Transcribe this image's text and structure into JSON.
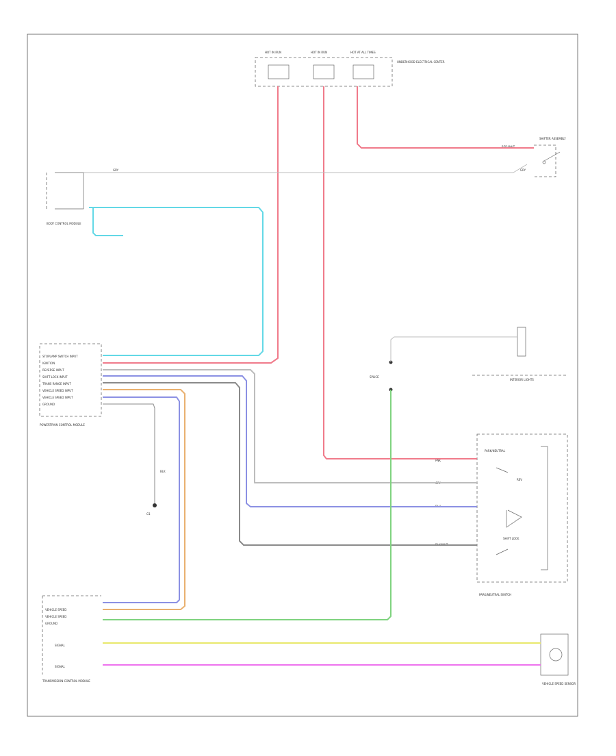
{
  "colors": {
    "red": "#f07a8a",
    "cyan": "#63d8e6",
    "blue": "#8b90e3",
    "orange": "#e9b06f",
    "green": "#7fd37f",
    "yellow": "#e8e86a",
    "magenta": "#ee72ee",
    "gray": "#bcbcbc",
    "darkgray": "#8a8a8a"
  },
  "fuse_box": {
    "fuse1": "HOT IN RUN",
    "fuse2": "HOT IN RUN",
    "fuse3": "HOT AT ALL TIMES",
    "label": "UNDERHOOD ELECTRICAL CENTER"
  },
  "bcm": {
    "label": "BODY CONTROL MODULE",
    "circuit": "GRY"
  },
  "shifter": {
    "label": "SHIFTER ASSEMBLY",
    "circuit1": "RED/WHT",
    "circuit2": "GRY"
  },
  "interior_lights": {
    "label": "INTERIOR LIGHTS"
  },
  "pcm": {
    "pins": [
      "STOPLAMP SWITCH INPUT",
      "IGNITION",
      "REVERSE INPUT",
      "SHIFT LOCK INPUT",
      "TRANS RANGE INPUT",
      "VEHICLE SPEED INPUT",
      "VEHICLE SPEED INPUT",
      "GROUND"
    ],
    "label": "POWERTRAIN CONTROL MODULE"
  },
  "ground_g1": {
    "circuit": "BLK",
    "label": "G1"
  },
  "splice": {
    "label": "SPLICE"
  },
  "park_neutral": {
    "label": "PARK/NEUTRAL SWITCH",
    "switches": [
      "PARK/NEUTRAL",
      "REV",
      "SHIFT LOCK"
    ],
    "circuits": [
      "PNK",
      "GRY",
      "BLU",
      "BLK/WHT"
    ]
  },
  "tcm": {
    "pins": [
      "VEHICLE SPEED",
      "VEHICLE SPEED",
      "GROUND",
      "SIGNAL",
      "SIGNAL"
    ],
    "label": "TRANSMISSION CONTROL MODULE"
  },
  "vss": {
    "label": "VEHICLE SPEED SENSOR"
  },
  "footer": "",
  "chart_data": {
    "type": "wiring-diagram",
    "components": [
      "Fuse box",
      "Body control module",
      "Shifter assembly",
      "Powertrain control module",
      "Park/neutral switch",
      "Transmission control module",
      "Vehicle speed sensor"
    ],
    "wire_colors": [
      "red",
      "cyan",
      "blue",
      "orange",
      "green",
      "yellow",
      "magenta",
      "gray"
    ]
  }
}
